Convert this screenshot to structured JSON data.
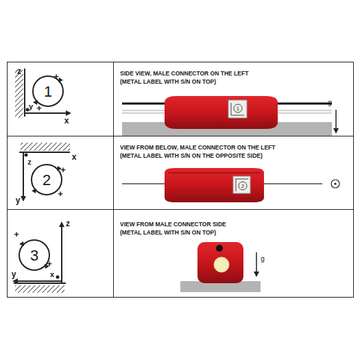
{
  "diagram": {
    "labels": [
      "SIDE VIEW, MALE CONNECTOR ON THE LEFT",
      "(METAL LABEL WITH S/N ON TOP)",
      "g",
      "1",
      "z",
      "1",
      "+",
      "+",
      "y",
      "x",
      "VIEW FROM BELOW, MALE CONNECTOR ON THE LEFT",
      "(METAL LABEL WITH S/N ON THE OPPOSITE SIDE)",
      "2",
      "z",
      "2",
      "+",
      "+",
      "x",
      "y",
      "VIEW FROM MALE CONNECTOR SIDE",
      "(METAL LABEL WITH S/N ON TOP)",
      "g",
      "+",
      "3",
      "+",
      "z",
      "y",
      "x"
    ]
  }
}
